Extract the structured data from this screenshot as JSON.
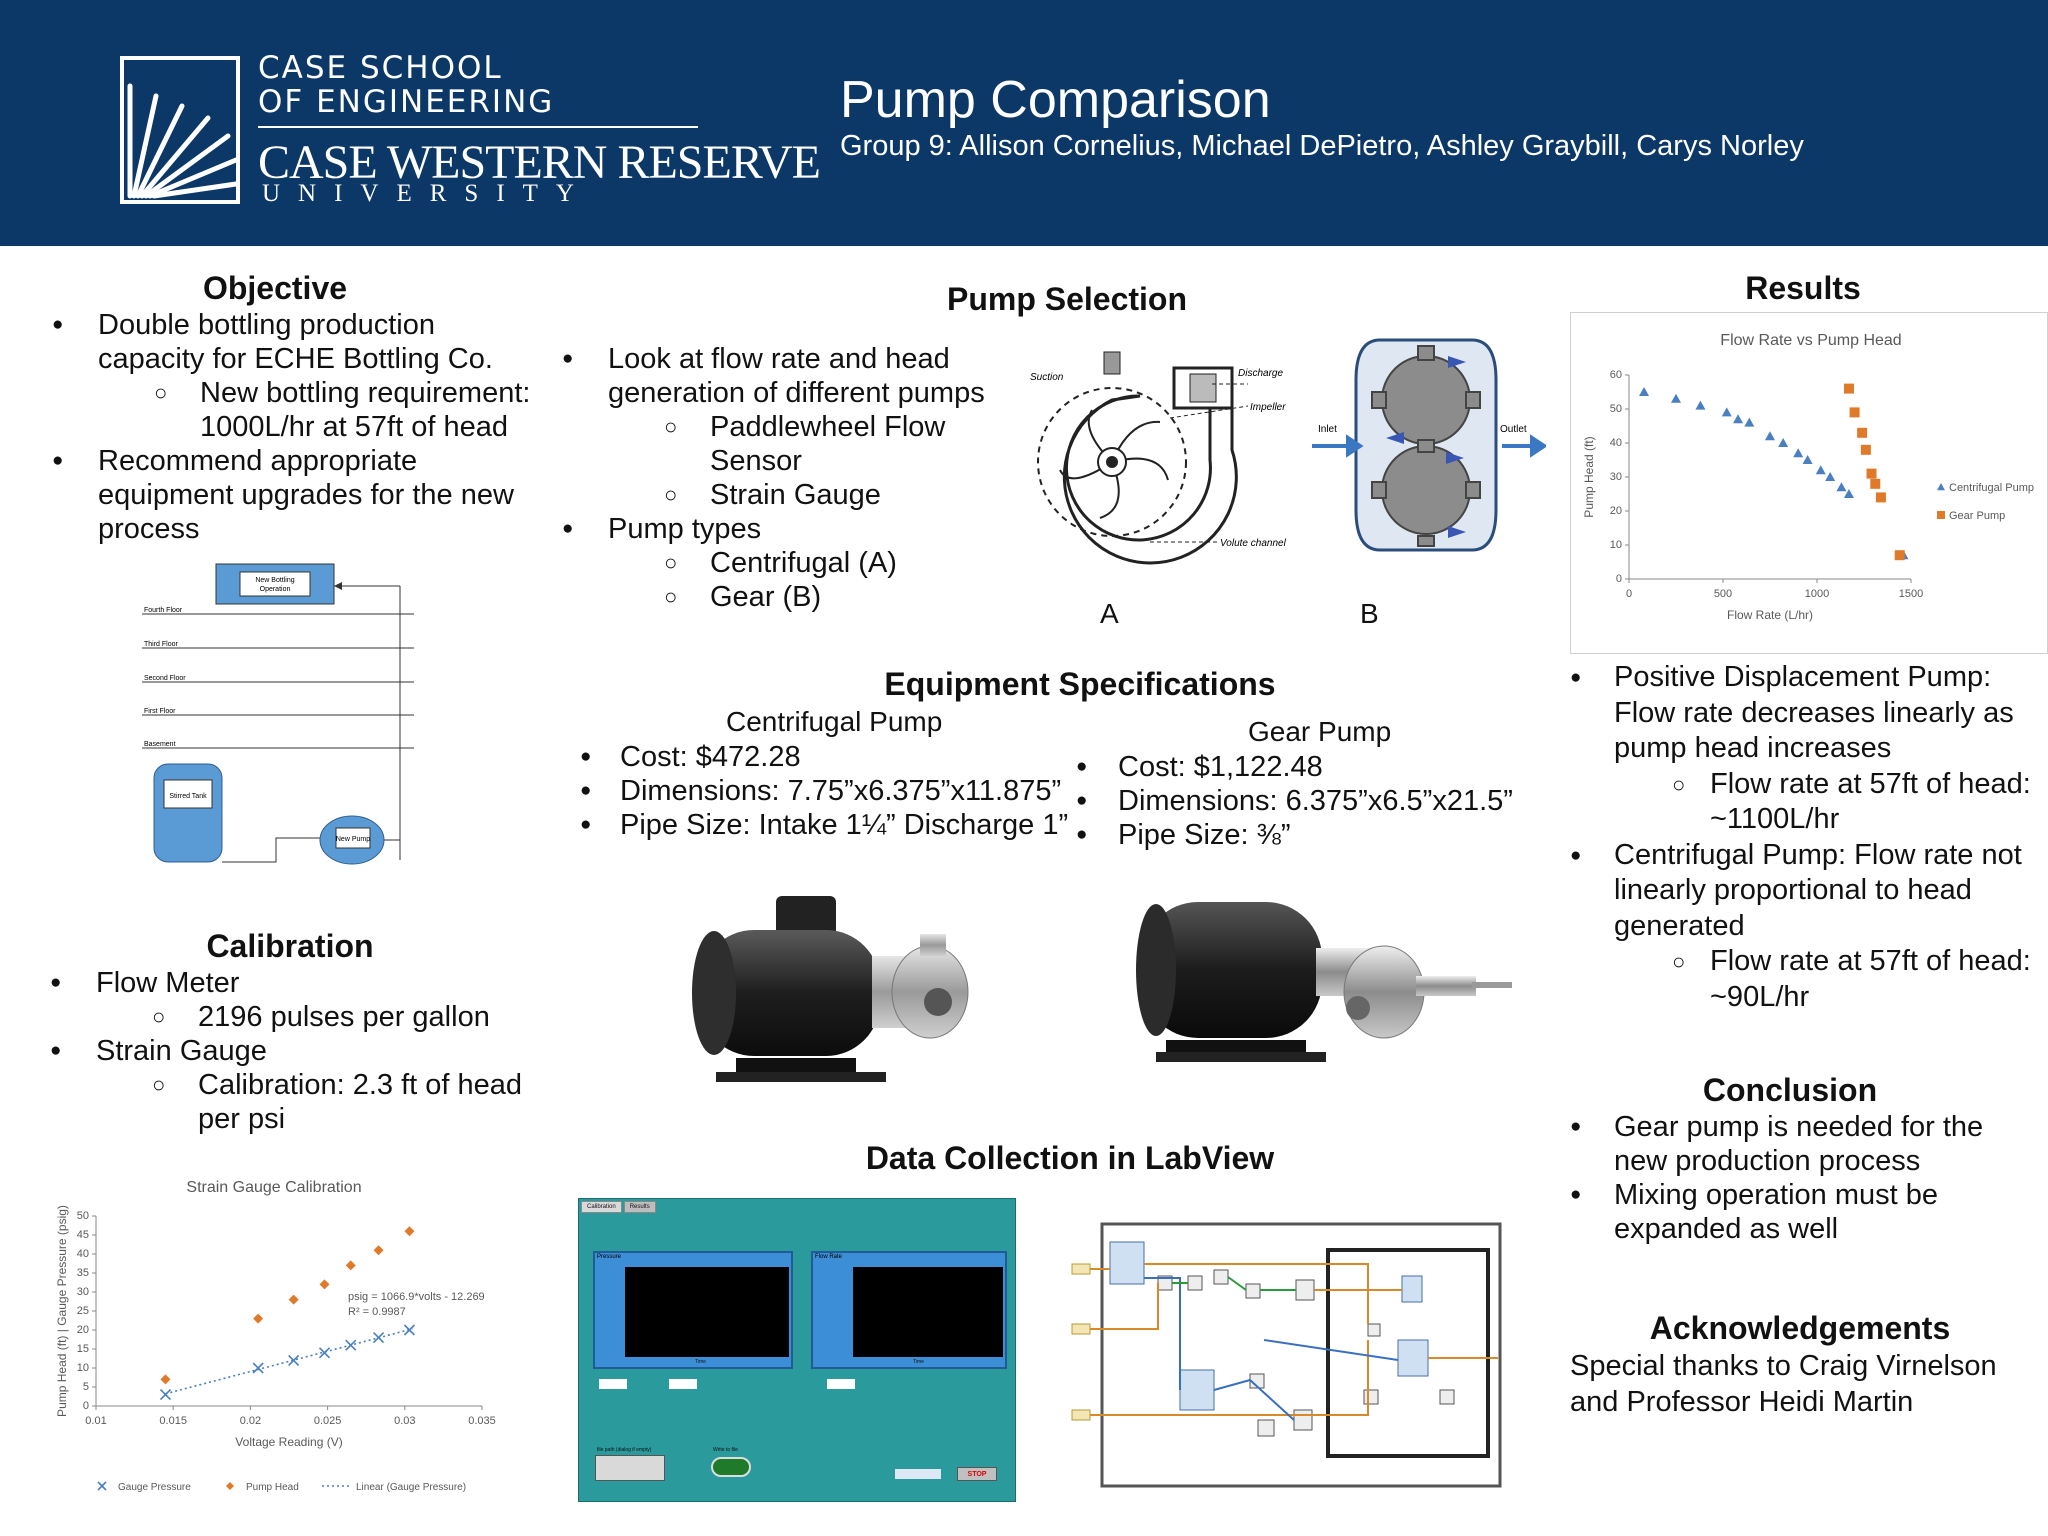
{
  "header": {
    "school_line1": "CASE SCHOOL",
    "school_line2": "OF ENGINEERING",
    "university_name": "CASE WESTERN RESERVE",
    "university_sub": "UNIVERSITY",
    "title": "Pump Comparison",
    "authors": "Group 9: Allison Cornelius, Michael DePietro, Ashley Graybill, Carys Norley"
  },
  "objective": {
    "heading": "Objective",
    "items": [
      {
        "level": 1,
        "text": "Double bottling production capacity for ECHE Bottling Co."
      },
      {
        "level": 2,
        "text": "New bottling requirement: 1000L/hr at 57ft of head"
      },
      {
        "level": 1,
        "text": "Recommend appropriate equipment upgrades for the new process"
      }
    ],
    "diagram": {
      "top_box": [
        "New Bottling",
        "Operation"
      ],
      "floors": [
        "Fourth Floor",
        "Third Floor",
        "Second Floor",
        "First Floor",
        "Basement"
      ],
      "tank": "Stirred Tank",
      "pump": "New Pump"
    }
  },
  "pump_selection": {
    "heading": "Pump Selection",
    "items": [
      {
        "level": 1,
        "text": "Look at flow rate and head generation of different pumps"
      },
      {
        "level": 2,
        "text": "Paddlewheel Flow Sensor"
      },
      {
        "level": 2,
        "text": "Strain Gauge"
      },
      {
        "level": 1,
        "text": "Pump types"
      },
      {
        "level": 2,
        "text": "Centrifugal (A)"
      },
      {
        "level": 2,
        "text": "Gear (B)"
      }
    ],
    "centrifugal_labels": {
      "suction": "Suction",
      "discharge": "Discharge",
      "impeller": "Impeller",
      "volute": "Volute channel"
    },
    "gear_labels": {
      "inlet": "Inlet",
      "outlet": "Outlet"
    },
    "caption_a": "A",
    "caption_b": "B"
  },
  "equipment": {
    "heading": "Equipment Specifications",
    "centrifugal": {
      "name": "Centrifugal Pump",
      "specs": [
        "Cost: $472.28",
        "Dimensions: 7.75”x6.375”x11.875”",
        "Pipe Size: Intake 1¼” Discharge 1”"
      ]
    },
    "gear": {
      "name": "Gear Pump",
      "specs": [
        "Cost: $1,122.48",
        "Dimensions: 6.375”x6.5”x21.5”",
        "Pipe Size: ⅜”"
      ]
    }
  },
  "calibration": {
    "heading": "Calibration",
    "items": [
      {
        "level": 1,
        "text": "Flow Meter"
      },
      {
        "level": 2,
        "text": "2196 pulses per gallon"
      },
      {
        "level": 1,
        "text": "Strain Gauge"
      },
      {
        "level": 2,
        "text": "Calibration: 2.3 ft of head per psi"
      }
    ]
  },
  "labview": {
    "heading": "Data Collection in LabView",
    "tabs": [
      "Calibration",
      "Results"
    ],
    "panel_titles": [
      "Pressure",
      "Flow Rate"
    ],
    "x_label": "Time",
    "stop_label": "STOP",
    "write_label": "Write to file",
    "file_label": "file path (dialog if empty)"
  },
  "results": {
    "heading": "Results",
    "items": [
      {
        "level": 1,
        "text": "Positive Displacement Pump: Flow rate decreases linearly as pump head increases"
      },
      {
        "level": 2,
        "text": "Flow rate at 57ft of head: ~1100L/hr"
      },
      {
        "level": 1,
        "text": "Centrifugal Pump: Flow rate not linearly proportional to head generated"
      },
      {
        "level": 2,
        "text": "Flow rate at 57ft of head: ~90L/hr"
      }
    ]
  },
  "conclusion": {
    "heading": "Conclusion",
    "items": [
      {
        "level": 1,
        "text": "Gear pump is needed for the new production process"
      },
      {
        "level": 1,
        "text": "Mixing operation must be expanded as well"
      }
    ]
  },
  "acknowledgements": {
    "heading": "Acknowledgements",
    "text": "Special thanks to Craig Virnelson and Professor Heidi Martin"
  },
  "chart_data": [
    {
      "type": "scatter",
      "title": "Flow Rate vs Pump Head",
      "xlabel": "Flow Rate (L/hr)",
      "ylabel": "Pump Head (ft)",
      "xlim": [
        0,
        1500
      ],
      "ylim": [
        0,
        60
      ],
      "xticks": [
        0,
        500,
        1000,
        1500
      ],
      "yticks": [
        0,
        10,
        20,
        30,
        40,
        50,
        60
      ],
      "legend_position": "right",
      "series": [
        {
          "name": "Centrifugal Pump",
          "color": "#4a7fc1",
          "marker": "triangle",
          "x": [
            80,
            250,
            380,
            520,
            580,
            640,
            750,
            820,
            900,
            950,
            1020,
            1070,
            1130,
            1170,
            1460
          ],
          "y": [
            55,
            53,
            51,
            49,
            47,
            46,
            42,
            40,
            37,
            35,
            32,
            30,
            27,
            25,
            7
          ]
        },
        {
          "name": "Gear Pump",
          "color": "#e07a2b",
          "marker": "square",
          "x": [
            1170,
            1200,
            1240,
            1260,
            1290,
            1310,
            1340,
            1440
          ],
          "y": [
            56,
            49,
            43,
            38,
            31,
            28,
            24,
            7
          ]
        }
      ]
    },
    {
      "type": "scatter",
      "title": "Strain Gauge Calibration",
      "xlabel": "Voltage Reading (V)",
      "ylabel": "Pump Head (ft) | Gauge Pressure (psig)",
      "xlim": [
        0.01,
        0.035
      ],
      "ylim": [
        0,
        50
      ],
      "xticks": [
        0.01,
        0.015,
        0.02,
        0.025,
        0.03,
        0.035
      ],
      "yticks": [
        0,
        5,
        10,
        15,
        20,
        25,
        30,
        35,
        40,
        45,
        50
      ],
      "legend_position": "bottom",
      "annotation": [
        "psig = 1066.9*volts - 12.269",
        "R² = 0.9987"
      ],
      "series": [
        {
          "name": "Gauge Pressure",
          "color": "#4a7fc1",
          "marker": "x",
          "x": [
            0.0145,
            0.0205,
            0.0228,
            0.0248,
            0.0265,
            0.0283,
            0.0303
          ],
          "y": [
            3,
            10,
            12,
            14,
            16,
            18,
            20
          ]
        },
        {
          "name": "Pump Head",
          "color": "#e07a2b",
          "marker": "diamond",
          "x": [
            0.0145,
            0.0205,
            0.0228,
            0.0248,
            0.0265,
            0.0283,
            0.0303
          ],
          "y": [
            7,
            23,
            28,
            32,
            37,
            41,
            46
          ]
        },
        {
          "name": "Linear (Gauge Pressure)",
          "color": "#4a7fc1",
          "marker": "dotted-line",
          "x": [
            0.0145,
            0.0305
          ],
          "y": [
            3.2,
            20.3
          ]
        }
      ]
    }
  ]
}
